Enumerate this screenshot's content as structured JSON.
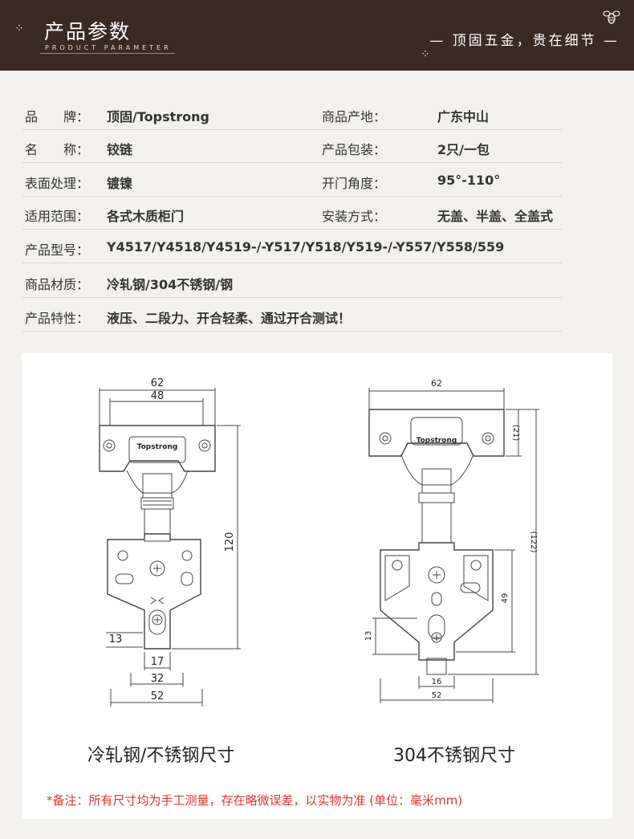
{
  "header": {
    "title": "产品参数",
    "subtitle": "PRODUCT PARAMETER",
    "slogan": "— 顶固五金，贵在细节 —"
  },
  "specs": [
    {
      "l1": "品　　牌：",
      "v1": "顶固/Topstrong",
      "l2": "商品产地：",
      "v2": "广东中山"
    },
    {
      "l1": "名　　称：",
      "v1": "铰链",
      "l2": "产品包装：",
      "v2": "2只/一包"
    },
    {
      "l1": "表面处理：",
      "v1": "镀镍",
      "l2": "开门角度：",
      "v2": "95°-110°"
    },
    {
      "l1": "适用范围：",
      "v1": "各式木质柜门",
      "l2": "安装方式：",
      "v2": "无盖、半盖、全盖式"
    },
    {
      "l1": "产品型号：",
      "v1": "Y4517/Y4518/Y4519-/-Y517/Y518/Y519-/-Y557/Y558/559"
    },
    {
      "l1": "商品材质：",
      "v1": "冷轧钢/304不锈钢/钢"
    },
    {
      "l1": "产品特性：",
      "v1": "液压、二段力、开合轻柔、通过开合测试！"
    }
  ],
  "left_drawing": {
    "brand": "Topstrong",
    "dims": {
      "top_outer": "62",
      "top_inner": "48",
      "height": "120",
      "side": "13",
      "b1": "17",
      "b2": "32",
      "b3": "52"
    },
    "caption": "冷轧钢/不锈钢尺寸"
  },
  "right_drawing": {
    "brand": "Topstrong",
    "dims": {
      "top": "62",
      "r1": "(21)",
      "r2": "(122)",
      "r3": "49",
      "side": "13",
      "b1": "16",
      "b2": "52"
    },
    "caption": "304不锈钢尺寸"
  },
  "note": "*备注：所有尺寸均为手工测量，存在略微误差，以实物为准 (单位：毫米mm)"
}
